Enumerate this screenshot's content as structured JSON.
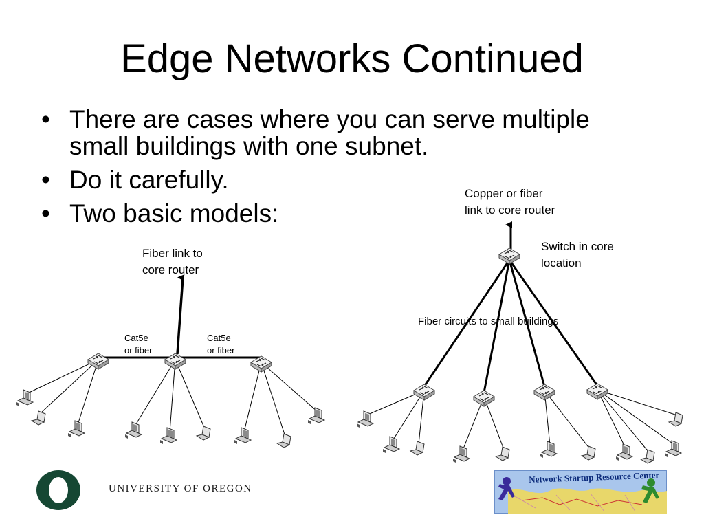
{
  "slide": {
    "title": "Edge Networks Continued",
    "bullets": [
      {
        "bullet": "•",
        "text": "There are cases where you can serve multiple"
      },
      {
        "bullet": "",
        "text": "small buildings with one subnet."
      },
      {
        "bullet": "•",
        "text": "Do it carefully."
      },
      {
        "bullet": "•",
        "text": "Two basic models:"
      }
    ]
  },
  "diagram_left": {
    "uplink_label_1": "Fiber link to",
    "uplink_label_2": "core router",
    "link_a_label_1": "Cat5e",
    "link_a_label_2": "or fiber",
    "link_b_label_1": "Cat5e",
    "link_b_label_2": "or fiber"
  },
  "diagram_right": {
    "uplink_label_1": "Copper or fiber",
    "uplink_label_2": "link to core router",
    "core_switch_label_1": "Switch in core",
    "core_switch_label_2": "location",
    "fiber_label": "Fiber circuits to small buildings"
  },
  "footer": {
    "university_name": "UNIVERSITY OF OREGON",
    "logo_letter": "O",
    "nsrc_name": "Network Startup Resource Center"
  },
  "colors": {
    "uo_green": "#154733",
    "nsrc_sky": "#a9c6ec",
    "nsrc_land": "#e8d76a",
    "nsrc_text": "#0b2a7a"
  },
  "icons": {
    "switch": "network-switch-icon",
    "desktop": "desktop-computer-icon",
    "laptop": "laptop-icon"
  }
}
